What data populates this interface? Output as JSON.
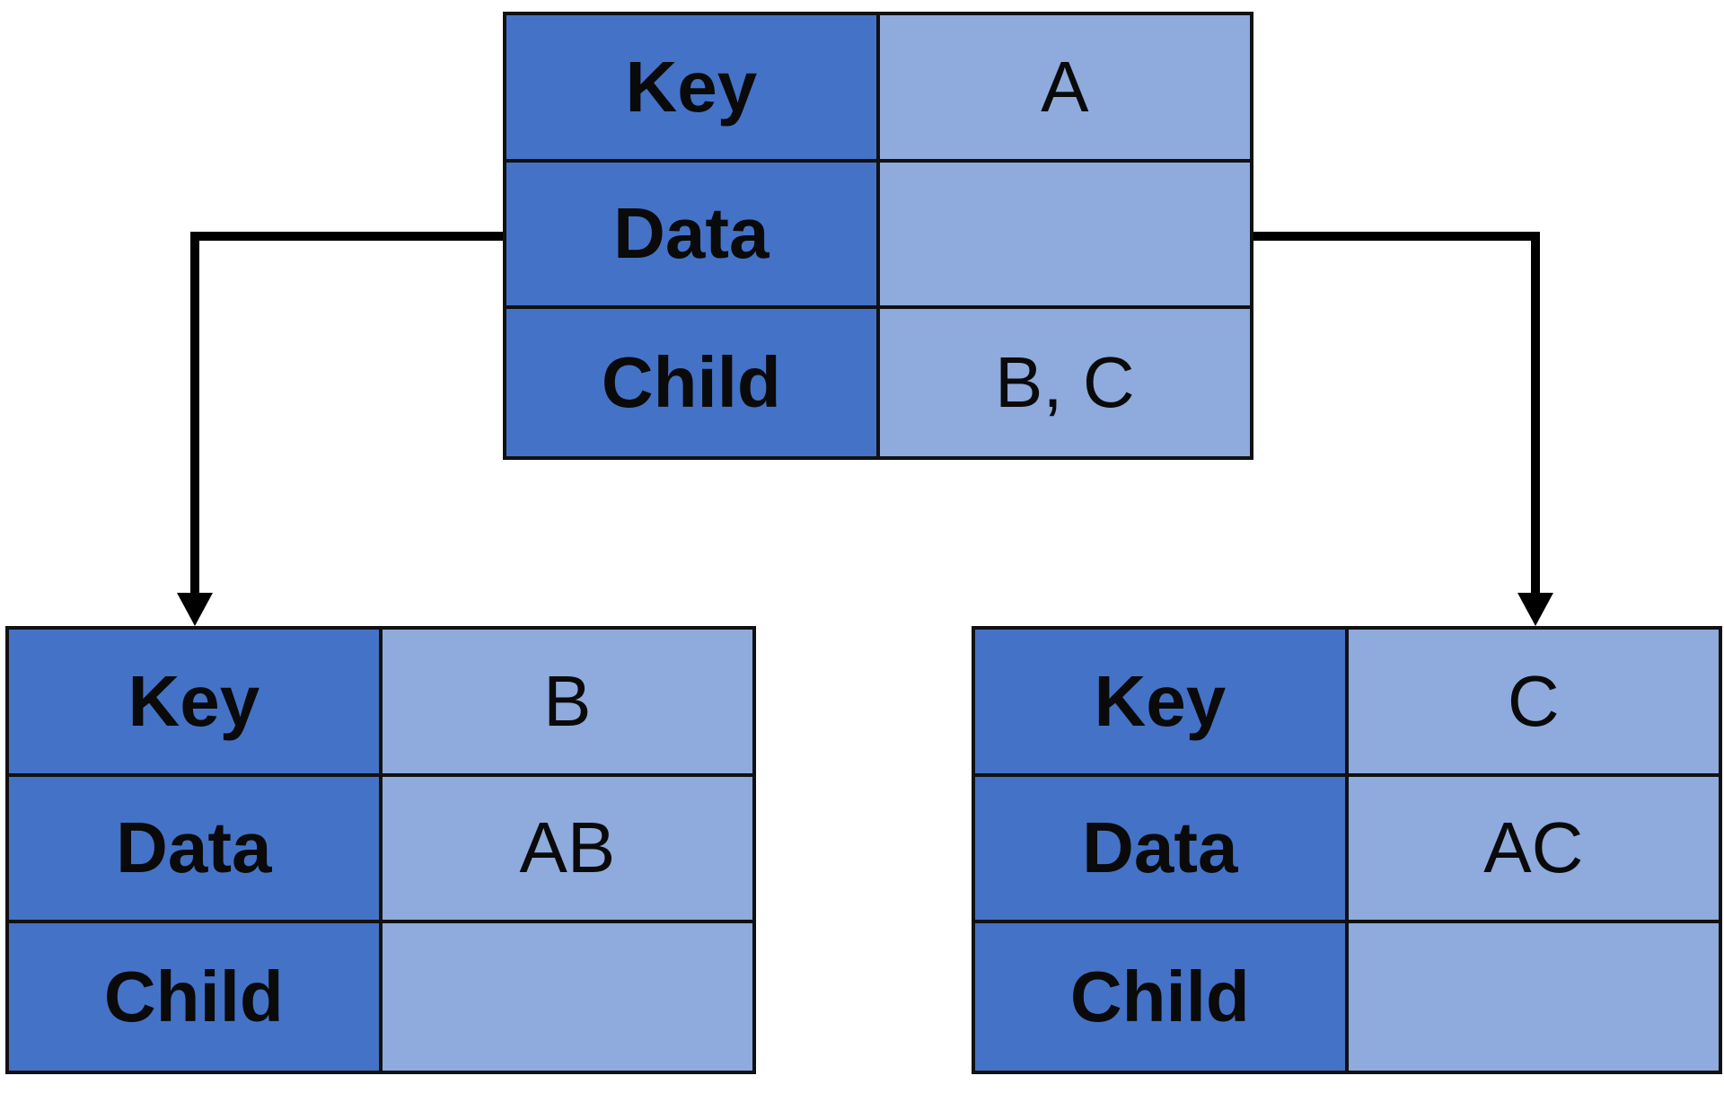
{
  "colors": {
    "key_cell": "#4472c7",
    "value_cell": "#8faadc",
    "border": "#111111",
    "connector": "#000000"
  },
  "nodes": {
    "a": {
      "rows": [
        {
          "label": "Key",
          "value": "A"
        },
        {
          "label": "Data",
          "value": ""
        },
        {
          "label": "Child",
          "value": "B, C"
        }
      ]
    },
    "b": {
      "rows": [
        {
          "label": "Key",
          "value": "B"
        },
        {
          "label": "Data",
          "value": "AB"
        },
        {
          "label": "Child",
          "value": ""
        }
      ]
    },
    "c": {
      "rows": [
        {
          "label": "Key",
          "value": "C"
        },
        {
          "label": "Data",
          "value": "AC"
        },
        {
          "label": "Child",
          "value": ""
        }
      ]
    }
  },
  "edges": [
    {
      "from": "a",
      "to": "b"
    },
    {
      "from": "a",
      "to": "c"
    }
  ]
}
